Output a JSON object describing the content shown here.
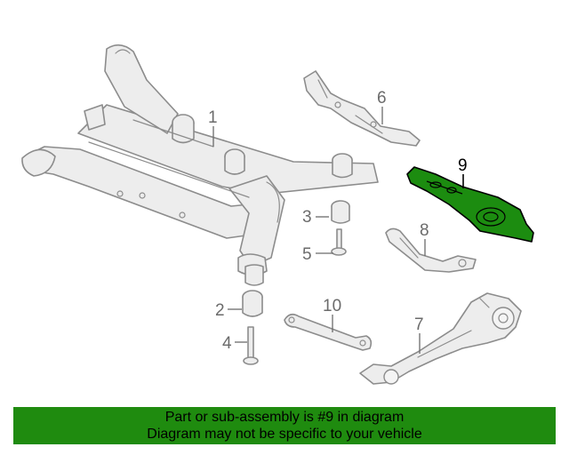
{
  "callouts": {
    "c1": "1",
    "c2": "2",
    "c3": "3",
    "c4": "4",
    "c5": "5",
    "c6": "6",
    "c7": "7",
    "c8": "8",
    "c9": "9",
    "c10": "10"
  },
  "highlight_part": "9",
  "highlight_color": "#1c8c10",
  "banner": {
    "line1": "Part or sub-assembly is #9 in diagram",
    "line2": "Diagram may not be specific to your vehicle",
    "background": "#1f8b0f"
  }
}
